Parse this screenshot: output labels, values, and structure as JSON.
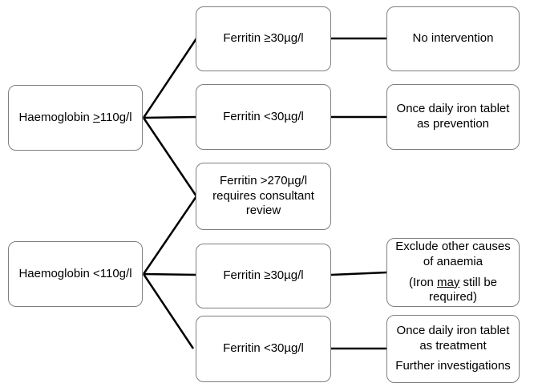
{
  "colors": {
    "background": "#ffffff",
    "box_fill": "#ffffff",
    "box_border": "#7f7f7f",
    "connector": "#000000",
    "text": "#000000"
  },
  "nodes": {
    "hb_high": {
      "prefix": "Haemoglobin ",
      "symbol": ">",
      "suffix": "110g/l"
    },
    "hb_low": {
      "label": "Haemoglobin <110g/l"
    },
    "ferritin_ge30_top": {
      "label": "Ferritin ≥30µg/l"
    },
    "ferritin_lt30_top": {
      "label": "Ferritin <30µg/l"
    },
    "ferritin_gt270": {
      "label": "Ferritin >270µg/l requires consultant review"
    },
    "ferritin_ge30_bottom": {
      "label": "Ferritin ≥30µg/l"
    },
    "ferritin_lt30_bottom": {
      "label": "Ferritin <30µg/l"
    },
    "no_intervention": {
      "label": "No intervention"
    },
    "prevention": {
      "label": "Once daily iron tablet as prevention"
    },
    "exclude_other_causes": {
      "line1": "Exclude other causes of anaemia",
      "line2_prefix": "(Iron ",
      "line2_underlined": "may",
      "line2_suffix": " still be required)"
    },
    "treatment": {
      "line1": "Once daily iron tablet as treatment",
      "line2": "Further investigations"
    }
  }
}
